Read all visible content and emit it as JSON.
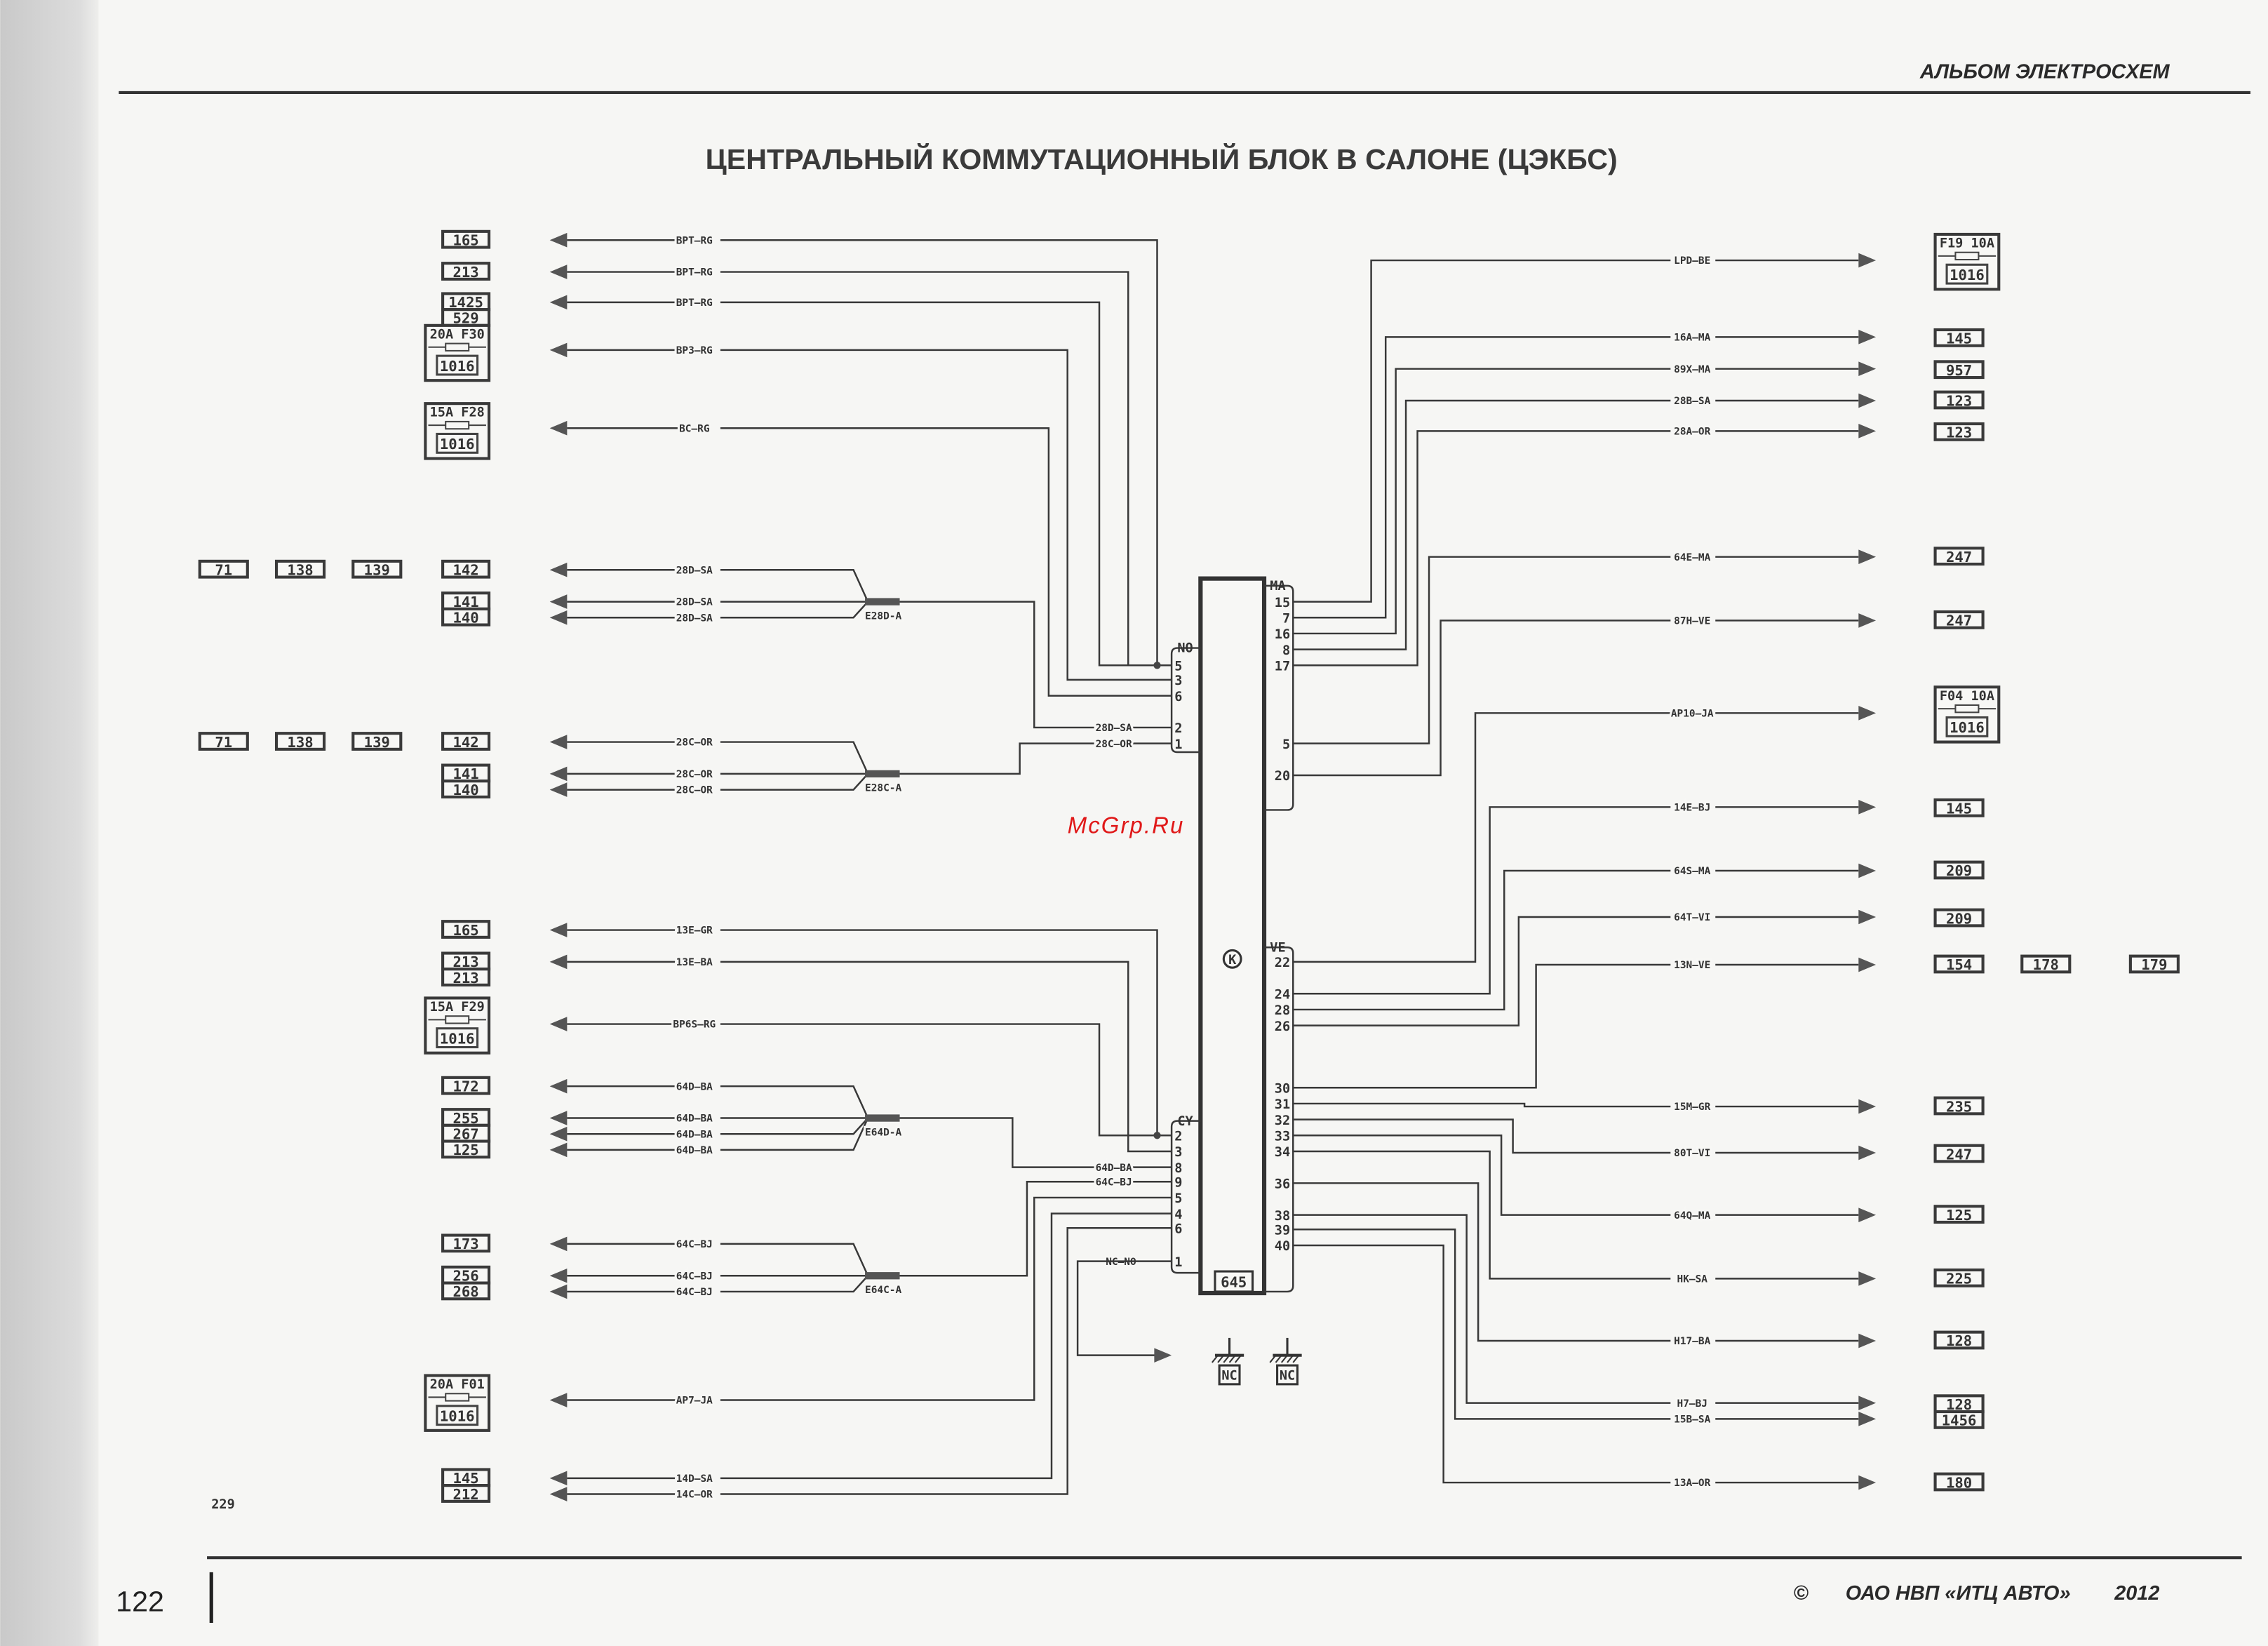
{
  "header": {
    "album": "АЛЬБОМ ЭЛЕКТРОСХЕМ",
    "title": "ЦЕНТРАЛЬНЫЙ КОММУТАЦИОННЫЙ БЛОК В САЛОНЕ (ЦЭКБС)"
  },
  "footer": {
    "page_number": "122",
    "copyright_symbol": "©",
    "publisher": "ОАО НВП «ИТЦ АВТО»",
    "year": "2012"
  },
  "watermark": "McGrp.Ru",
  "note": "229",
  "module": {
    "id": "645",
    "connectors": [
      {
        "name": "NO",
        "pins": [
          "5",
          "3",
          "6",
          "2",
          "1"
        ]
      },
      {
        "name": "CY",
        "pins": [
          "2",
          "3",
          "8",
          "9",
          "5",
          "4",
          "6",
          "1"
        ]
      },
      {
        "name": "MA",
        "pins": [
          "15",
          "7",
          "16",
          "8",
          "17",
          "5",
          "20"
        ]
      },
      {
        "name": "VE",
        "pins": [
          "22",
          "24",
          "28",
          "26",
          "30",
          "31",
          "32",
          "33",
          "34",
          "36",
          "38",
          "39",
          "40"
        ]
      }
    ],
    "inline_labels": [
      {
        "code": "28D",
        "color": "SA"
      },
      {
        "code": "28C",
        "color": "OR"
      },
      {
        "code": "64D",
        "color": "BA"
      },
      {
        "code": "64C",
        "color": "BJ"
      },
      {
        "code": "NC",
        "color": "NO"
      }
    ],
    "grounds": [
      "NC",
      "NC"
    ]
  },
  "splices": [
    "E28D-A",
    "E28C-A",
    "E64D-A",
    "E64C-A"
  ],
  "left_wires": [
    {
      "code": "BPT",
      "color": "RG"
    },
    {
      "code": "BPT",
      "color": "RG"
    },
    {
      "code": "BPT",
      "color": "RG"
    },
    {
      "code": "BP3",
      "color": "RG"
    },
    {
      "code": "BC",
      "color": "RG"
    },
    {
      "code": "28D",
      "color": "SA"
    },
    {
      "code": "28D",
      "color": "SA"
    },
    {
      "code": "28D",
      "color": "SA"
    },
    {
      "code": "28C",
      "color": "OR"
    },
    {
      "code": "28C",
      "color": "OR"
    },
    {
      "code": "28C",
      "color": "OR"
    },
    {
      "code": "13E",
      "color": "GR"
    },
    {
      "code": "13E",
      "color": "BA"
    },
    {
      "code": "BP6S",
      "color": "RG"
    },
    {
      "code": "64D",
      "color": "BA"
    },
    {
      "code": "64D",
      "color": "BA"
    },
    {
      "code": "64D",
      "color": "BA"
    },
    {
      "code": "64D",
      "color": "BA"
    },
    {
      "code": "64C",
      "color": "BJ"
    },
    {
      "code": "64C",
      "color": "BJ"
    },
    {
      "code": "64C",
      "color": "BJ"
    },
    {
      "code": "AP7",
      "color": "JA"
    },
    {
      "code": "14D",
      "color": "SA"
    },
    {
      "code": "14C",
      "color": "OR"
    }
  ],
  "left_targets": [
    {
      "refs": [
        "165"
      ]
    },
    {
      "refs": [
        "213"
      ]
    },
    {
      "refs": [
        "1425",
        "529"
      ]
    },
    {
      "fuse": {
        "amp": "20A",
        "id": "F30",
        "ref": "1016"
      }
    },
    {
      "fuse": {
        "amp": "15A",
        "id": "F28",
        "ref": "1016"
      }
    },
    {
      "refs": [
        "142"
      ],
      "extra": [
        "71",
        "138",
        "139"
      ]
    },
    {
      "refs": [
        "141",
        "140"
      ]
    },
    {
      "refs": [
        "142"
      ],
      "extra": [
        "71",
        "138",
        "139"
      ]
    },
    {
      "refs": [
        "141",
        "140"
      ]
    },
    {
      "refs": [
        "165"
      ]
    },
    {
      "refs": [
        "213",
        "213"
      ]
    },
    {
      "fuse": {
        "amp": "15A",
        "id": "F29",
        "ref": "1016"
      }
    },
    {
      "refs": [
        "172"
      ]
    },
    {
      "refs": [
        "255",
        "267",
        "125"
      ]
    },
    {
      "refs": [
        "173"
      ]
    },
    {
      "refs": [
        "256",
        "268"
      ]
    },
    {
      "fuse": {
        "amp": "20A",
        "id": "F01",
        "ref": "1016"
      }
    },
    {
      "refs": [
        "145",
        "212"
      ]
    }
  ],
  "right_wires": [
    {
      "code": "LPD",
      "color": "BE"
    },
    {
      "code": "16A",
      "color": "MA"
    },
    {
      "code": "89X",
      "color": "MA"
    },
    {
      "code": "28B",
      "color": "SA"
    },
    {
      "code": "28A",
      "color": "OR"
    },
    {
      "code": "64E",
      "color": "MA"
    },
    {
      "code": "87H",
      "color": "VE"
    },
    {
      "code": "AP10",
      "color": "JA"
    },
    {
      "code": "14E",
      "color": "BJ"
    },
    {
      "code": "64S",
      "color": "MA"
    },
    {
      "code": "64T",
      "color": "VI"
    },
    {
      "code": "13N",
      "color": "VE"
    },
    {
      "code": "15M",
      "color": "GR"
    },
    {
      "code": "80T",
      "color": "VI"
    },
    {
      "code": "64Q",
      "color": "MA"
    },
    {
      "code": "HK",
      "color": "SA"
    },
    {
      "code": "H17",
      "color": "BA"
    },
    {
      "code": "H7",
      "color": "BJ"
    },
    {
      "code": "15B",
      "color": "SA"
    },
    {
      "code": "13A",
      "color": "OR"
    }
  ],
  "right_targets": [
    {
      "fuse": {
        "amp": "10A",
        "id": "F19",
        "ref": "1016"
      }
    },
    {
      "refs": [
        "145"
      ]
    },
    {
      "refs": [
        "957"
      ]
    },
    {
      "refs": [
        "123"
      ]
    },
    {
      "refs": [
        "123"
      ]
    },
    {
      "refs": [
        "247"
      ]
    },
    {
      "refs": [
        "247"
      ]
    },
    {
      "fuse": {
        "amp": "10A",
        "id": "F04",
        "ref": "1016"
      }
    },
    {
      "refs": [
        "145"
      ]
    },
    {
      "refs": [
        "209"
      ]
    },
    {
      "refs": [
        "209"
      ]
    },
    {
      "refs": [
        "154"
      ],
      "extra": [
        "178",
        "179"
      ]
    },
    {
      "refs": [
        "235"
      ]
    },
    {
      "refs": [
        "247"
      ]
    },
    {
      "refs": [
        "125"
      ]
    },
    {
      "refs": [
        "225"
      ]
    },
    {
      "refs": [
        "128"
      ]
    },
    {
      "refs": [
        "128",
        "1456"
      ]
    },
    {
      "refs": [
        "180"
      ]
    }
  ]
}
